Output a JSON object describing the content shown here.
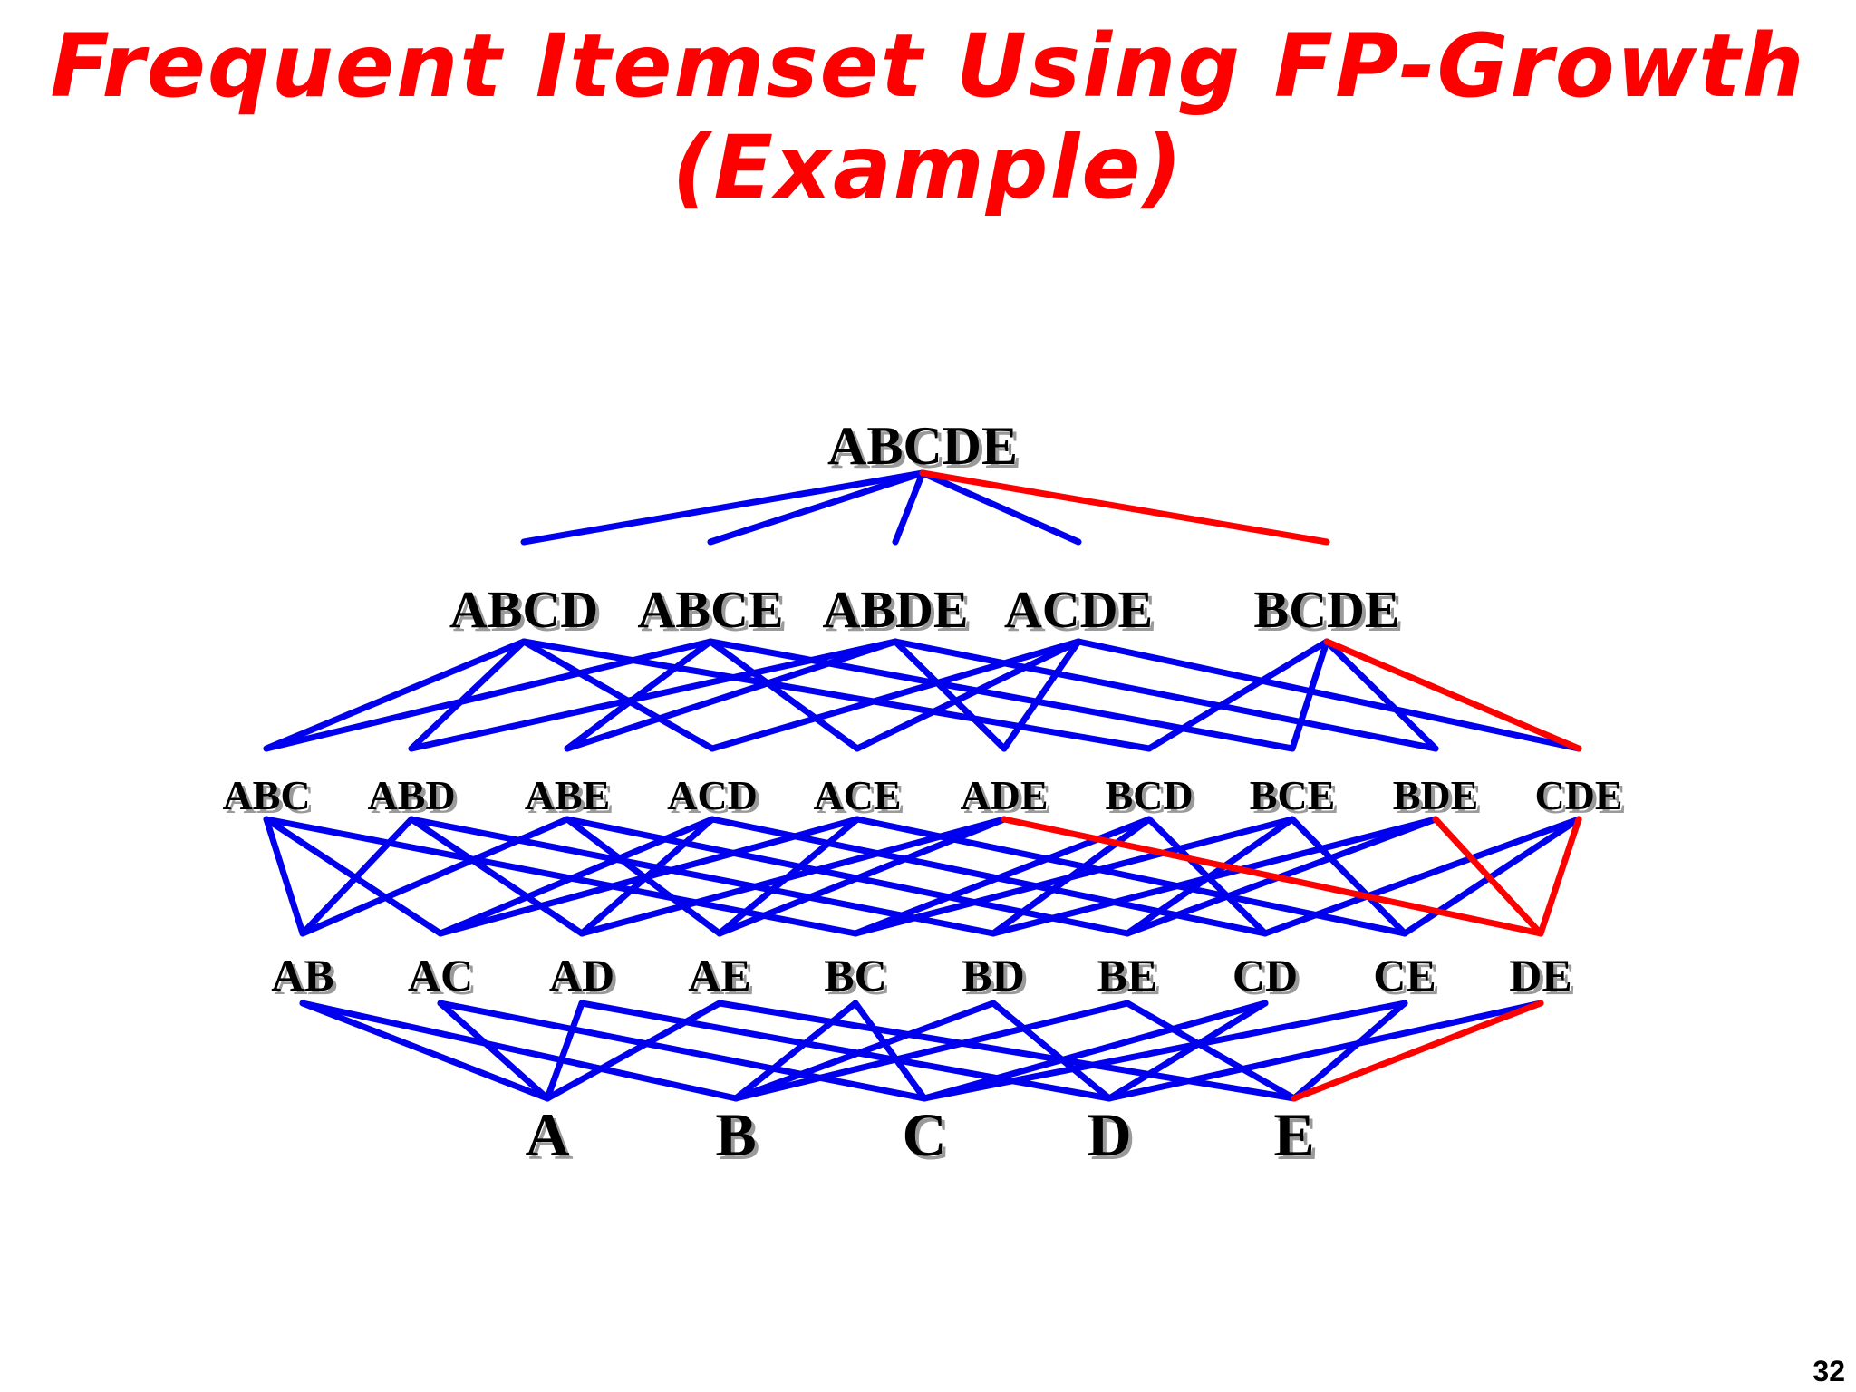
{
  "title": {
    "line1": "Frequent Itemset Using FP-Growth",
    "line2": "(Example)"
  },
  "page_number": "32",
  "colors": {
    "edge": "#0000ee",
    "highlight": "#ff0000"
  },
  "levels": [
    [
      "ABCDE"
    ],
    [
      "ABCD",
      "ABCE",
      "ABDE",
      "ACDE",
      "BCDE"
    ],
    [
      "ABC",
      "ABD",
      "ABE",
      "ACD",
      "ACE",
      "ADE",
      "BCD",
      "BCE",
      "BDE",
      "CDE"
    ],
    [
      "AB",
      "AC",
      "AD",
      "AE",
      "BC",
      "BD",
      "BE",
      "CD",
      "CE",
      "DE"
    ],
    [
      "A",
      "B",
      "C",
      "D",
      "E"
    ]
  ],
  "highlighted_edges": [
    [
      "ABCDE",
      "BCDE"
    ],
    [
      "BCDE",
      "CDE"
    ],
    [
      "CDE",
      "DE"
    ],
    [
      "BDE",
      "DE"
    ],
    [
      "ADE",
      "DE"
    ],
    [
      "DE",
      "E"
    ]
  ]
}
